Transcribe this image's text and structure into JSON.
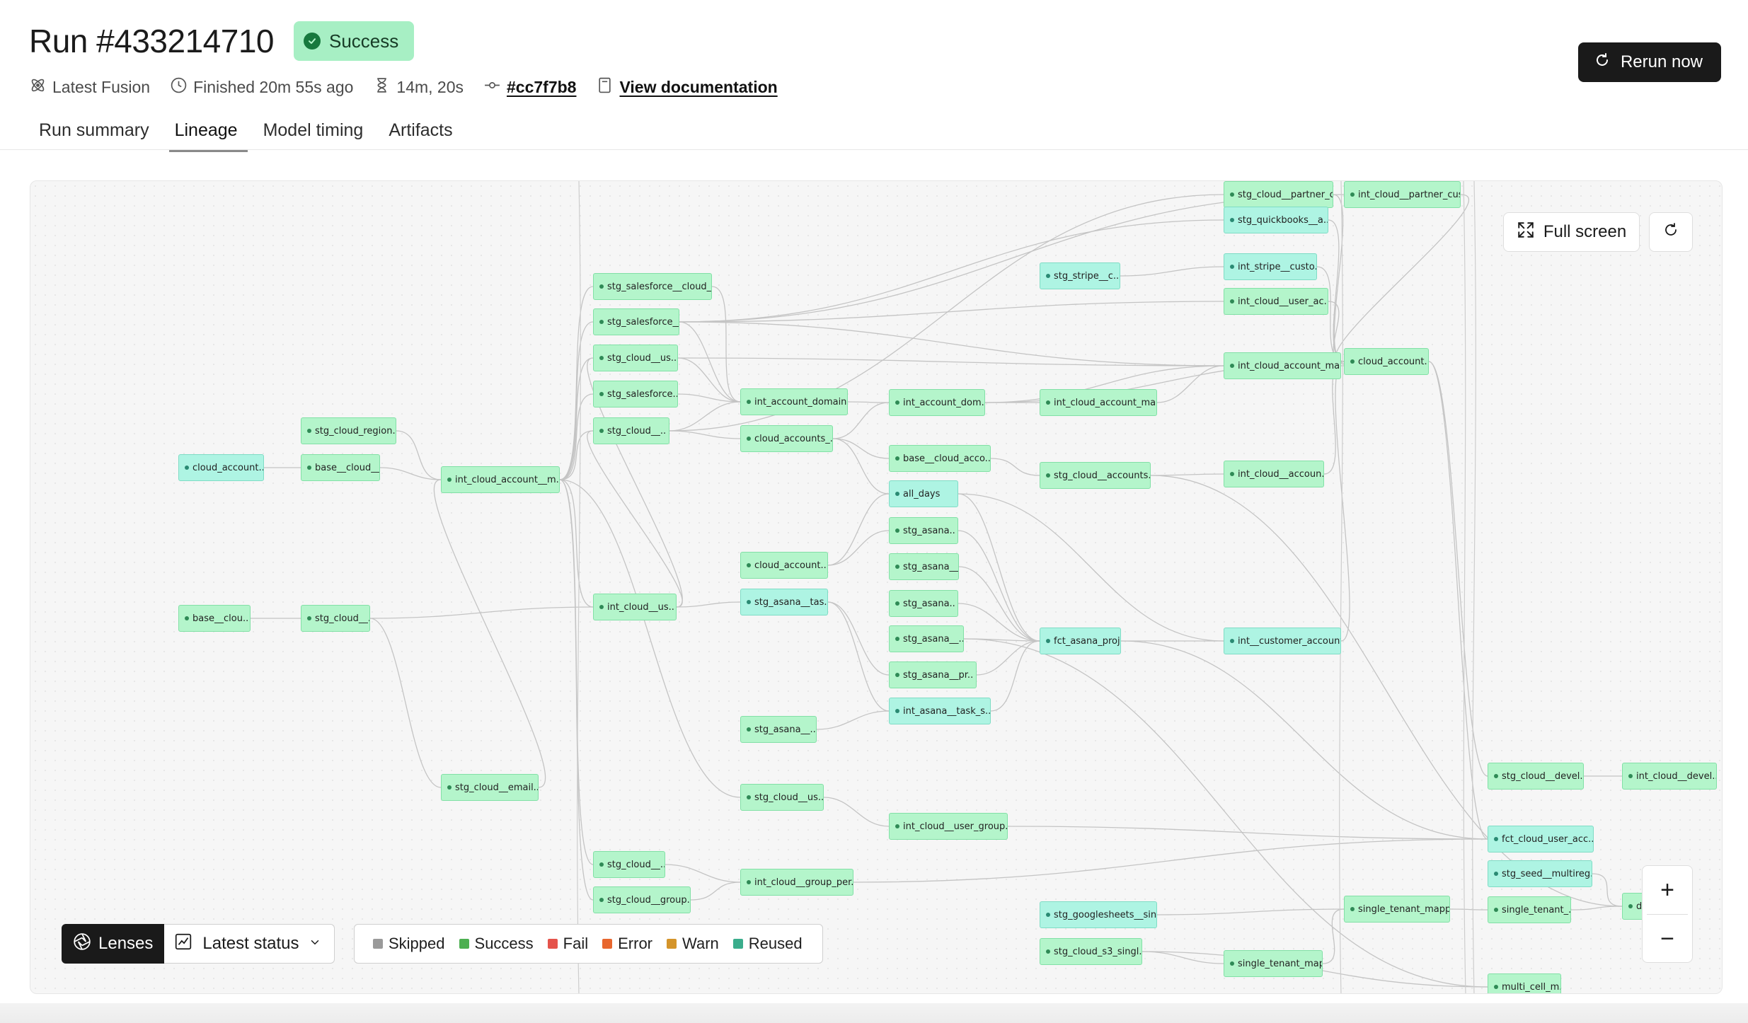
{
  "header": {
    "title": "Run #433214710",
    "status": "Success",
    "meta": {
      "environment": "Latest Fusion",
      "finished": "Finished 20m 55s ago",
      "duration": "14m, 20s",
      "commit": "#cc7f7b8",
      "docs_link": "View documentation"
    },
    "rerun_label": "Rerun now"
  },
  "tabs": [
    "Run summary",
    "Lineage",
    "Model timing",
    "Artifacts"
  ],
  "active_tab": "Lineage",
  "canvas": {
    "fullscreen_label": "Full screen",
    "zoom_in": "+",
    "zoom_out": "−"
  },
  "lens": {
    "button_label": "Lenses",
    "selected": "Latest status"
  },
  "legend": {
    "items": [
      {
        "label": "Skipped",
        "color": "#9a9a9a"
      },
      {
        "label": "Success",
        "color": "#4caf50"
      },
      {
        "label": "Fail",
        "color": "#e5534b"
      },
      {
        "label": "Error",
        "color": "#e8672e"
      },
      {
        "label": "Warn",
        "color": "#d4942a"
      },
      {
        "label": "Reused",
        "color": "#3aad8c"
      }
    ]
  },
  "graph": {
    "nodes": [
      {
        "label": "stg_cloud__partner_c..",
        "kind": "green"
      },
      {
        "label": "int_cloud__partner_cus..",
        "kind": "green"
      },
      {
        "label": "stg_quickbooks__a..",
        "kind": "teal"
      },
      {
        "label": "stg_stripe__c..",
        "kind": "teal"
      },
      {
        "label": "int_stripe__custo..",
        "kind": "teal"
      },
      {
        "label": "stg_salesforce__cloud_..",
        "kind": "green"
      },
      {
        "label": "stg_salesforce__..",
        "kind": "green"
      },
      {
        "label": "int_cloud__user_ac..",
        "kind": "green"
      },
      {
        "label": "stg_cloud__us..",
        "kind": "green"
      },
      {
        "label": "int_cloud_account_ma..",
        "kind": "green"
      },
      {
        "label": "cloud_account..",
        "kind": "green"
      },
      {
        "label": "stg_salesforce..",
        "kind": "green"
      },
      {
        "label": "int_account_domain..",
        "kind": "green"
      },
      {
        "label": "int_account_dom..",
        "kind": "green"
      },
      {
        "label": "int_cloud_account_ma..",
        "kind": "green"
      },
      {
        "label": "stg_cloud_region..",
        "kind": "green"
      },
      {
        "label": "stg_cloud__..",
        "kind": "green"
      },
      {
        "label": "cloud_accounts_..",
        "kind": "green"
      },
      {
        "label": "cloud_account..",
        "kind": "teal"
      },
      {
        "label": "base__cloud__..",
        "kind": "green"
      },
      {
        "label": "int_cloud_account__m..",
        "kind": "green"
      },
      {
        "label": "base__cloud_acco..",
        "kind": "green"
      },
      {
        "label": "stg_cloud__accounts..",
        "kind": "green"
      },
      {
        "label": "int_cloud__accoun..",
        "kind": "green"
      },
      {
        "label": "all_days",
        "kind": "teal"
      },
      {
        "label": "stg_asana..",
        "kind": "green"
      },
      {
        "label": "cloud_account..",
        "kind": "green"
      },
      {
        "label": "stg_asana__..",
        "kind": "green"
      },
      {
        "label": "base__clou..",
        "kind": "green"
      },
      {
        "label": "stg_cloud__..",
        "kind": "green"
      },
      {
        "label": "int_cloud__us..",
        "kind": "green"
      },
      {
        "label": "stg_asana__tas..",
        "kind": "teal"
      },
      {
        "label": "stg_asana..",
        "kind": "green"
      },
      {
        "label": "stg_asana__..",
        "kind": "green"
      },
      {
        "label": "fct_asana_proj..",
        "kind": "teal"
      },
      {
        "label": "int__customer_account..",
        "kind": "teal"
      },
      {
        "label": "stg_asana__pr..",
        "kind": "green"
      },
      {
        "label": "int_asana__task_s..",
        "kind": "teal"
      },
      {
        "label": "stg_asana__..",
        "kind": "green"
      },
      {
        "label": "stg_cloud__devel..",
        "kind": "green"
      },
      {
        "label": "int_cloud__devel..",
        "kind": "green"
      },
      {
        "label": "stg_cloud__email..",
        "kind": "green"
      },
      {
        "label": "stg_cloud__us..",
        "kind": "green"
      },
      {
        "label": "int_cloud__user_group..",
        "kind": "green"
      },
      {
        "label": "fct_cloud_user_acc..",
        "kind": "teal"
      },
      {
        "label": "stg_seed__multireg..",
        "kind": "teal"
      },
      {
        "label": "stg_cloud__..",
        "kind": "green"
      },
      {
        "label": "int_cloud__group_per..",
        "kind": "green"
      },
      {
        "label": "stg_cloud__group..",
        "kind": "green"
      },
      {
        "label": "stg_googlesheets__sin..",
        "kind": "teal"
      },
      {
        "label": "single_tenant_mapp..",
        "kind": "green"
      },
      {
        "label": "single_tenant_..",
        "kind": "green"
      },
      {
        "label": "d..",
        "kind": "green"
      },
      {
        "label": "stg_cloud_s3_singl..",
        "kind": "green"
      },
      {
        "label": "single_tenant_map..",
        "kind": "green"
      },
      {
        "label": "multi_cell_m..",
        "kind": "green"
      }
    ]
  }
}
